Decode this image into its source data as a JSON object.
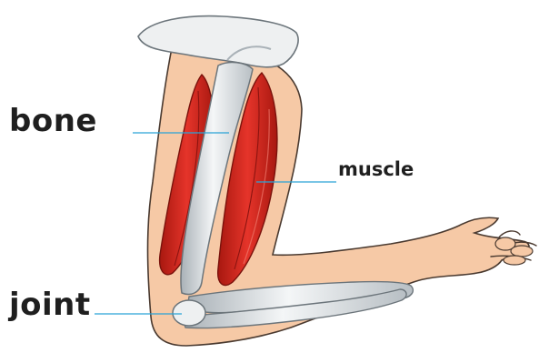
{
  "labels": {
    "bone": "bone",
    "muscle": "muscle",
    "joint": "joint"
  },
  "colors": {
    "skin": "#f6c9a6",
    "skin_outline": "#4a3a30",
    "muscle": "#d6281c",
    "muscle_dark": "#8c1410",
    "bone": "#dfe3e6",
    "bone_shadow": "#9aa3aa",
    "leader_line": "#2aa3d6"
  }
}
